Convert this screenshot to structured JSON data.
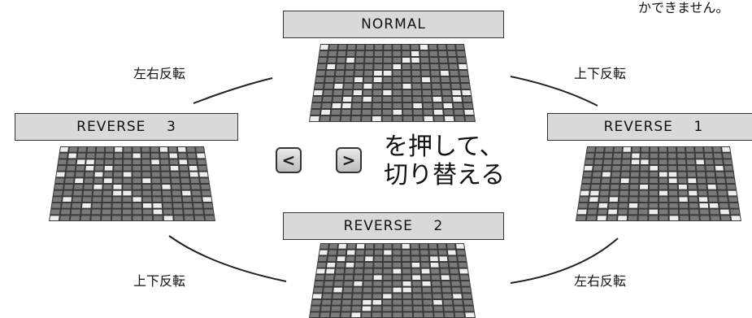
{
  "note": "かできません。",
  "modes": {
    "normal": "NORMAL",
    "reverse1": "REVERSE    1",
    "reverse2": "REVERSE    2",
    "reverse3": "REVERSE    3"
  },
  "transitions": {
    "top_left": "左右反転",
    "top_right": "上下反転",
    "bottom_left": "上下反転",
    "bottom_right": "左右反転"
  },
  "buttons": {
    "left": "<",
    "right": ">"
  },
  "instruction": {
    "line1": "を押して、",
    "line2": "切り替える"
  },
  "colors": {
    "panel": "#d9d9d9",
    "screen": "#3a3a3a",
    "cell": "#7a7a7a",
    "highlight": "#eeeeee"
  }
}
